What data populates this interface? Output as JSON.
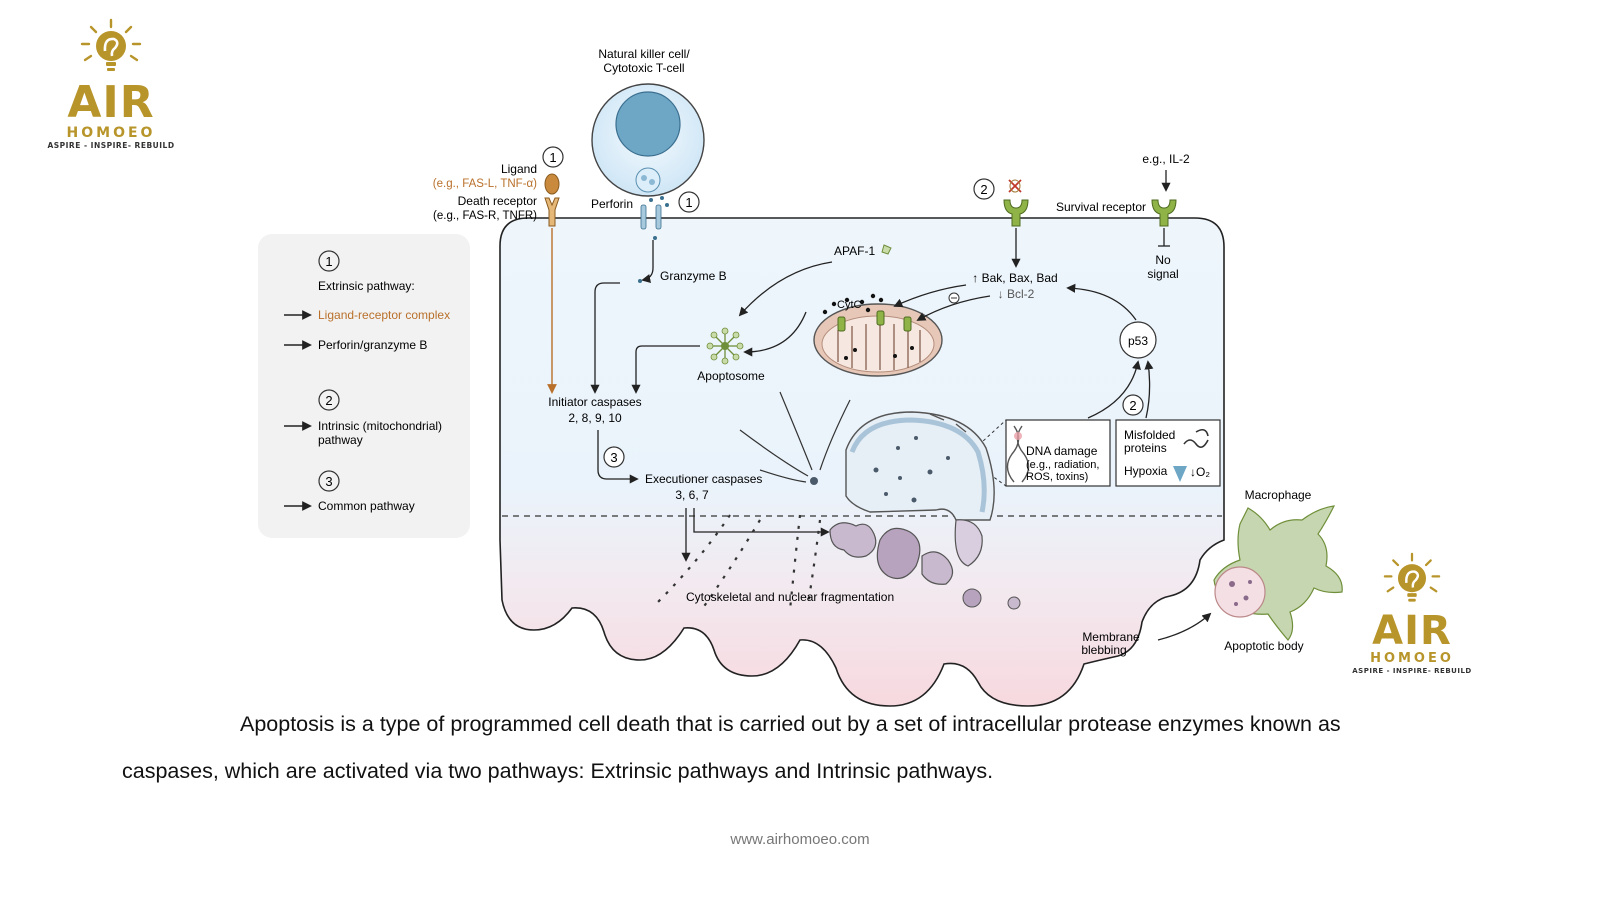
{
  "logo": {
    "word": "AIR",
    "sub": "HOMOEO",
    "tagline": "ASPIRE - INSPIRE- REBUILD"
  },
  "diagram": {
    "nk_cell": [
      "Natural killer cell/",
      "Cytotoxic T-cell"
    ],
    "perforin": "Perforin",
    "granzyme": "Granzyme B",
    "ligand": "Ligand",
    "ligand_eg": "(e.g., FAS-L, TNF-α)",
    "death_receptor": "Death receptor",
    "death_receptor_eg": "(e.g., FAS-R, TNFR)",
    "num1": "1",
    "num2": "2",
    "num3": "3",
    "apaf": "APAF-1",
    "cytc": "CytC",
    "apoptosome": "Apoptosome",
    "bak": "↑ Bak, Bax, Bad",
    "bcl2": "↓ Bcl-2",
    "survival_receptor": "Survival receptor",
    "il2": "e.g., IL-2",
    "no_signal": [
      "No",
      "signal"
    ],
    "p53": "p53",
    "initiator": [
      "Initiator caspases",
      "2, 8, 9, 10"
    ],
    "executioner": [
      "Executioner caspases",
      "3, 6, 7"
    ],
    "dna_damage": [
      "DNA damage",
      "(e.g., radiation,",
      "ROS, toxins)"
    ],
    "misfolded": [
      "Misfolded",
      "proteins"
    ],
    "hypoxia": "Hypoxia",
    "o2": "↓O₂",
    "fragmentation": "Cytoskeletal and nuclear fragmentation",
    "membrane": [
      "Membrane",
      "blebbing"
    ],
    "macrophage": "Macrophage",
    "apoptotic_body": "Apoptotic body"
  },
  "legend": {
    "extrinsic_title": "Extrinsic pathway:",
    "ligand_receptor": "Ligand-receptor complex",
    "perforin_granzyme": "Perforin/granzyme B",
    "intrinsic": [
      "Intrinsic (mitochondrial)",
      "pathway"
    ],
    "common": "Common pathway"
  },
  "colors": {
    "brand_gold": "#b8952b",
    "ligand_orange": "#b9702a",
    "cell_fill": "#eef6fc",
    "cell_bottom": "#f7dde2",
    "receptor_green": "#8fb347"
  },
  "caption": [
    "Apoptosis is a type of programmed cell death that is carried out by a set of intracellular protease enzymes known as",
    "caspases, which are activated via two pathways: Extrinsic pathways and Intrinsic pathways."
  ],
  "website": "www.airhomoeo.com"
}
